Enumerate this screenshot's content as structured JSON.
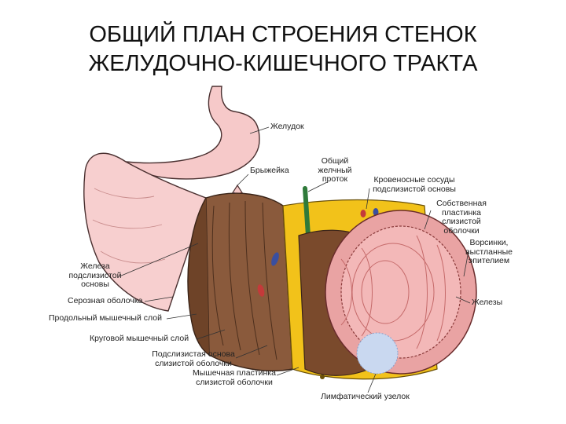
{
  "title": {
    "line1": "ОБЩИЙ ПЛАН СТРОЕНИЯ СТЕНОК",
    "line2": "ЖЕЛУДОЧНО-КИШЕЧНОГО ТРАКТА"
  },
  "labels": {
    "stomach": "Желудок",
    "mesentery": "Брыжейка",
    "bile_duct": [
      "Общий",
      "желчный",
      "проток"
    ],
    "blood_vessels": [
      "Кровеносные сосуды",
      "подслизистой основы"
    ],
    "lamina_propria": [
      "Собственная",
      "пластинка",
      "слизистой",
      "оболочки"
    ],
    "villi": [
      "Ворсинки,",
      "выстланные",
      "эпителием"
    ],
    "submucosal_glands": [
      "Железа",
      "подслизистой",
      "основы"
    ],
    "serosa": "Серозная оболочка",
    "longitudinal_muscle": "Продольный мышечный слой",
    "circular_muscle": "Круговой мышечный слой",
    "submucosa": [
      "Подслизистая основа",
      "слизистой оболочки"
    ],
    "muscularis_mucosae": [
      "Мышечная пластинка",
      "слизистой оболочки"
    ],
    "glands": "Железы",
    "lymph_node": "Лимфатический узелок"
  },
  "colors": {
    "stomach_fill": "#f6c9c9",
    "muscle_fill": "#8a5a3c",
    "submucosa_fill": "#f2c21a",
    "mucosa_fill": "#e9a3a3",
    "bile_duct": "#2f7a3a",
    "lymph_node": "#c9d8f0"
  }
}
